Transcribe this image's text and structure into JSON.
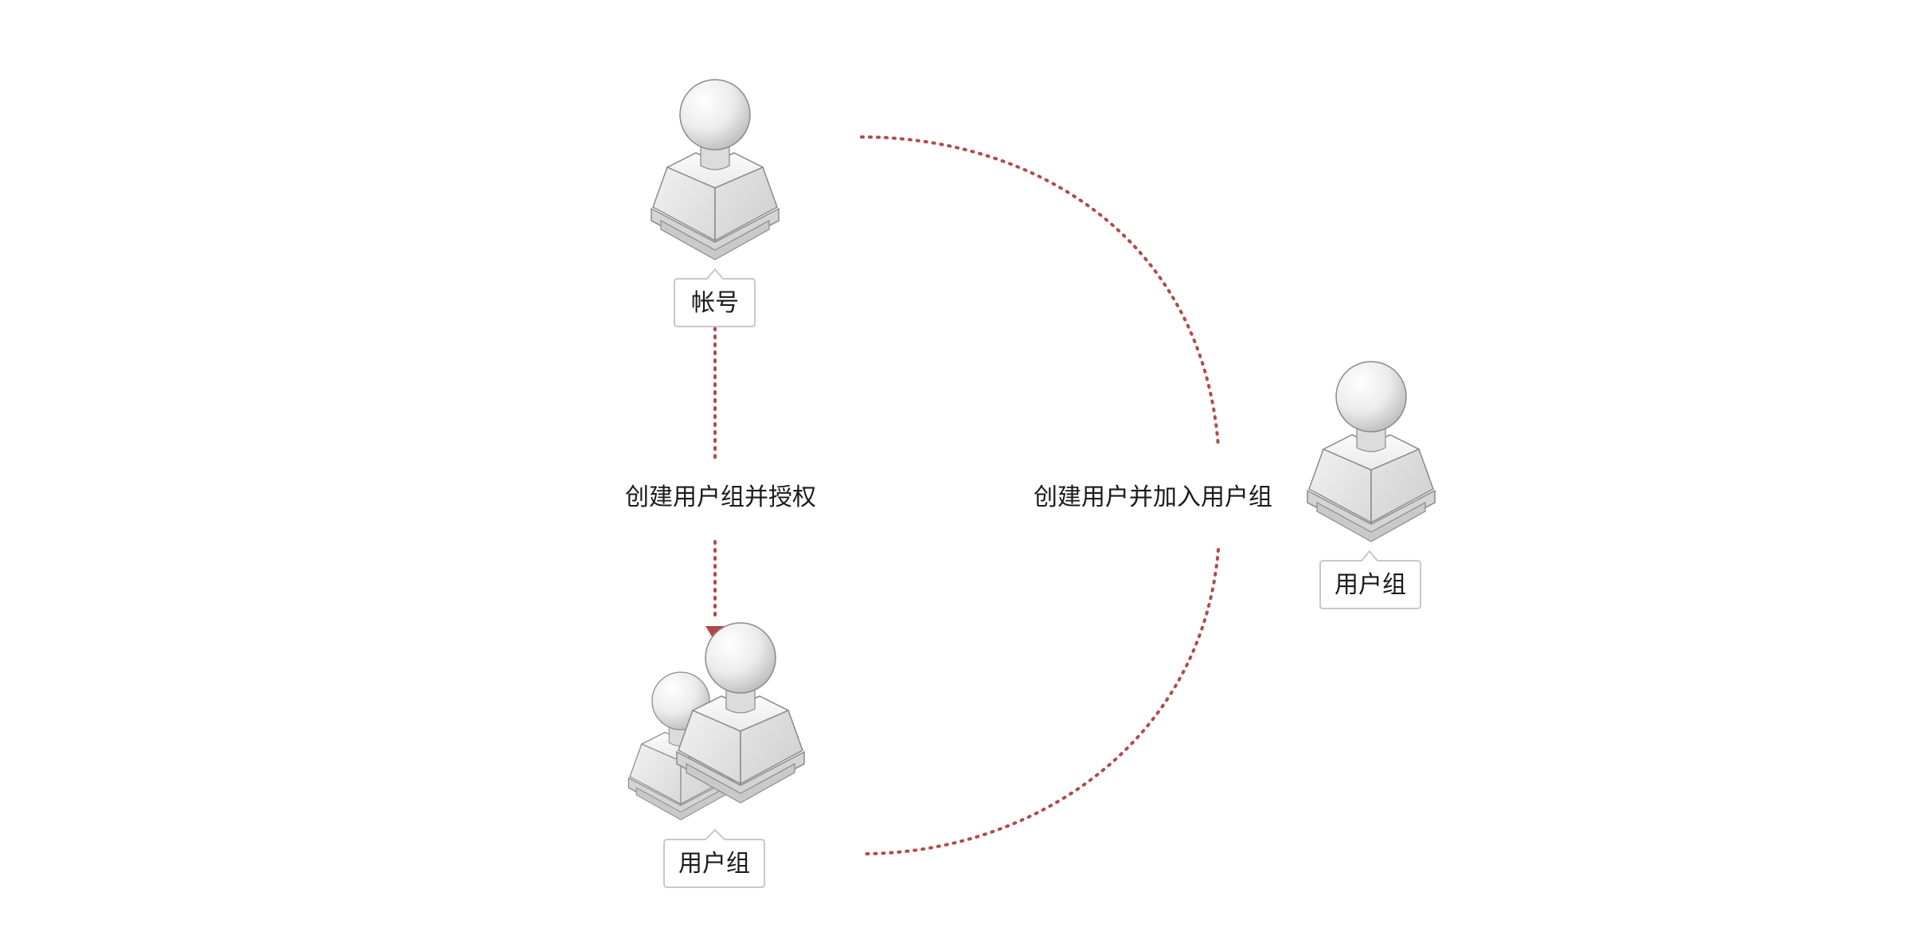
{
  "nodes": {
    "account": {
      "label": "帐号",
      "icon": "user-icon"
    },
    "group_bottom": {
      "label": "用户组",
      "icon": "user-group-icon"
    },
    "group_right": {
      "label": "用户组",
      "icon": "user-icon"
    }
  },
  "edges": {
    "create_group_and_authorize": {
      "label": "创建用户组并授权",
      "from": "帐号",
      "to": "用户组"
    },
    "create_user_and_join_group": {
      "label": "创建用户并加入用户组",
      "from": "帐号",
      "to": "用户组"
    }
  },
  "colors": {
    "connector": "#b24a4a",
    "label_border": "#c8c8c8",
    "text": "#1a1a1a"
  }
}
